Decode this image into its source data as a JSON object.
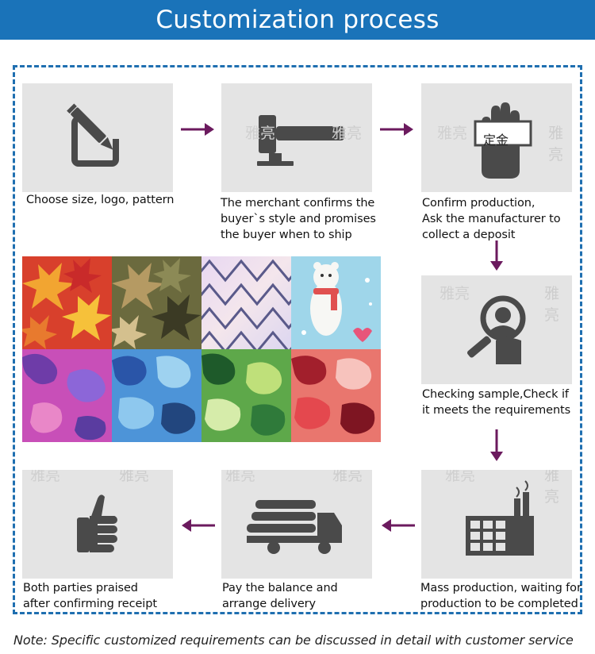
{
  "header": {
    "title": "Customization process"
  },
  "steps": [
    {
      "label": "Choose size, logo, pattern",
      "icon": "pencil-edit-icon"
    },
    {
      "label": "The merchant confirms the\nbuyer`s style and promises\nthe buyer when to ship",
      "icon": "gavel-icon"
    },
    {
      "label": "Confirm production,\nAsk the manufacturer to\ncollect a deposit",
      "icon": "deposit-hand-icon",
      "sign_text": "定金"
    },
    {
      "label": "Checking sample,Check if\nit meets the requirements",
      "icon": "magnifier-person-icon"
    },
    {
      "label": "Mass production, waiting for\nproduction to be completed",
      "icon": "factory-icon"
    },
    {
      "label": "Pay the balance and\narrange delivery",
      "icon": "delivery-truck-icon"
    },
    {
      "label": "Both parties praised\nafter confirming receipt",
      "icon": "thumbs-up-icon"
    }
  ],
  "watermark": "雅亮",
  "colors": {
    "header": "#1a73b9",
    "frame": "#1f6fb0",
    "arrow": "#6b1a5e",
    "tile": "#e4e4e4",
    "icon": "#4a4a4a"
  },
  "note": "Note: Specific customized requirements can be discussed in detail with customer service"
}
